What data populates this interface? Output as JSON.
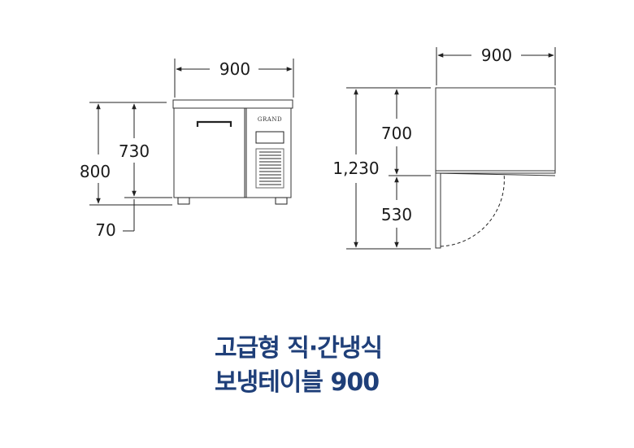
{
  "front_view": {
    "width_label": "900",
    "total_height_label": "800",
    "body_height_label": "730",
    "leg_height_label": "70",
    "brand_text": "GRAND"
  },
  "side_view": {
    "depth_label": "900",
    "total_depth_label": "1,230",
    "body_depth_label": "700",
    "door_swing_label": "530"
  },
  "caption": {
    "line1": "고급형 직·간냉식",
    "line2": "보냉테이블 900"
  },
  "colors": {
    "caption": "#1f3f79",
    "lines": "#222222"
  }
}
